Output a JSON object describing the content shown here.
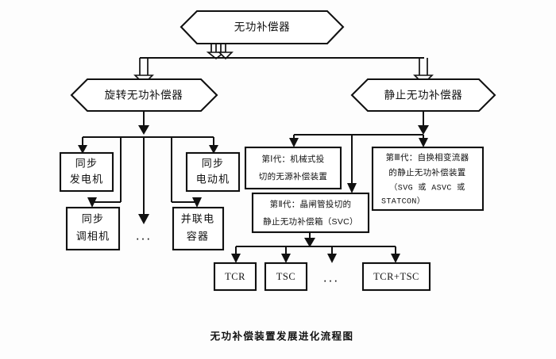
{
  "diagram": {
    "caption": "无功补偿装置发展进化流程图",
    "root": {
      "label": "无功补偿器",
      "shape": "hexagon"
    },
    "branches": [
      {
        "id": "rotating",
        "label": "旋转无功补偿器",
        "shape": "hexagon",
        "children": [
          {
            "id": "sync-generator",
            "label_line1": "同步",
            "label_line2": "发电机"
          },
          {
            "id": "sync-condenser",
            "label_line1": "同步",
            "label_line2": "调相机"
          },
          {
            "id": "rotating-ellipsis",
            "label": "..."
          },
          {
            "id": "sync-motor",
            "label_line1": "同步",
            "label_line2": "电动机"
          },
          {
            "id": "shunt-capacitor",
            "label_line1": "并联电",
            "label_line2": "容器"
          }
        ]
      },
      {
        "id": "static",
        "label": "静止无功补偿器",
        "shape": "hexagon",
        "children": [
          {
            "id": "generation-1",
            "line1": "第Ⅰ代：机械式投",
            "line2": "切的无源补偿装置"
          },
          {
            "id": "generation-2",
            "line1": "第Ⅱ代：晶闸管投切的",
            "line2": "静止无功补偿箱（SVC）"
          },
          {
            "id": "generation-3",
            "line1": "第Ⅲ代：自换相变流器",
            "line2": "的静止无功补偿装置",
            "line3": "（SVG 或 ASVC 或",
            "line4": "STATCON）"
          }
        ]
      }
    ],
    "svc_types": [
      {
        "id": "tcr",
        "label": "TCR"
      },
      {
        "id": "tsc",
        "label": "TSC"
      },
      {
        "id": "svc-ellipsis",
        "label": "..."
      },
      {
        "id": "tcr-tsc",
        "label": "TCR+TSC"
      }
    ],
    "colors": {
      "stroke": "#111111",
      "fill": "#ffffff",
      "background": "#fdfdfd",
      "text": "#111111"
    }
  }
}
